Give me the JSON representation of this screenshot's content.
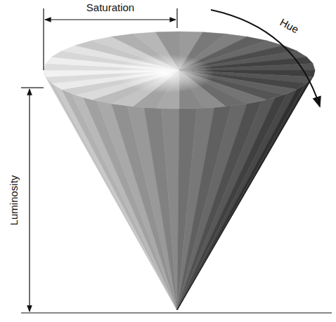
{
  "diagram": {
    "labels": [
      "Saturation",
      "Hue",
      "Luminosity"
    ]
  }
}
